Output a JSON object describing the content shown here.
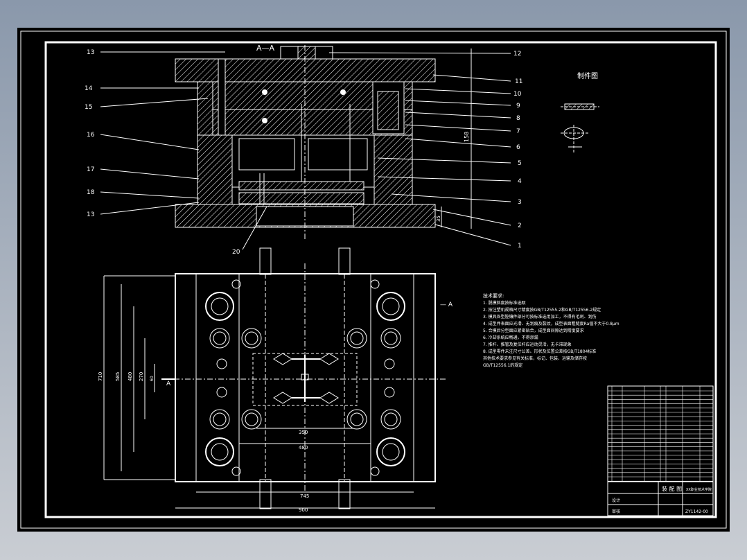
{
  "section_label": "A—A",
  "product_view_title": "制件图",
  "balloons_left": [
    "13",
    "14",
    "15",
    "16",
    "17",
    "18",
    "13"
  ],
  "balloons_right": [
    "12",
    "11",
    "10",
    "9",
    "8",
    "7",
    "6",
    "5",
    "4",
    "3",
    "2",
    "1"
  ],
  "balloon_bottom": "20",
  "height_dim": "158",
  "side_dim": "35",
  "plan_dims": {
    "overall_width": "900",
    "inner_width": "745",
    "width_480": "480",
    "width_350": "350",
    "overall_height": "710",
    "height_585": "585",
    "height_480": "480",
    "height_270": "270",
    "height_60": "60"
  },
  "section_marker": "A",
  "section_marker_right": "— A",
  "tech_title": "技术要求:",
  "tech_notes": [
    "1. 脱模斜度按标准选取",
    "2. 按注塑机规格尺寸精度按GB/T12555.2和GB/T12556.2规定",
    "3. 模具各型腔镶件部分可按标准选用加工，不得有毛刺、划伤",
    "4. 成型件表面应光滑、无划痕及裂纹，成型表面粗糙度Ra值不大于0.8μm",
    "5. 合模后分型面应紧密贴合，成型面间隙达到精度要求",
    "6. 冷却系统应畅通，不得渗漏",
    "7. 推杆、推管及复位杆应运动灵活，无卡滞现象",
    "8. 成型零件未注尺寸公差、形状及位置公差按GB/T1804标准",
    "   其他技术要求参见有关标准，标记、包装、运输及储存按",
    "   GB/T12556.1的规定"
  ],
  "title_block": {
    "drawing_name": "装 配 图",
    "school": "XX职业技术学院",
    "drawing_no": "ZY1142-00",
    "designer_label": "设计",
    "checker_label": "审核"
  }
}
